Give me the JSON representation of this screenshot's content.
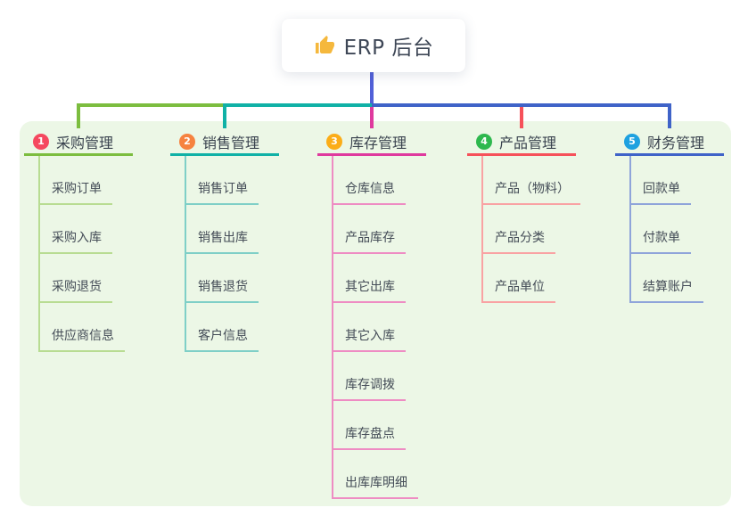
{
  "root": {
    "title": "ERP 后台",
    "icon": "thumbs-up",
    "icon_color": "#f5b83d",
    "line_color": "#5160d8"
  },
  "canvas": {
    "background_color": "#ecf7e6"
  },
  "branches": [
    {
      "number": "1",
      "label": "采购管理",
      "badge_color": "#f5485f",
      "line_color": "#7cbd3f",
      "line_light": "#b8dc92",
      "children": [
        "采购订单",
        "采购入库",
        "采购退货",
        "供应商信息"
      ]
    },
    {
      "number": "2",
      "label": "销售管理",
      "badge_color": "#f6823f",
      "line_color": "#10b1a6",
      "line_light": "#7fcfc7",
      "children": [
        "销售订单",
        "销售出库",
        "销售退货",
        "客户信息"
      ]
    },
    {
      "number": "3",
      "label": "库存管理",
      "badge_color": "#fbad18",
      "line_color": "#df3a9e",
      "line_light": "#ee8cc3",
      "children": [
        "仓库信息",
        "产品库存",
        "其它出库",
        "其它入库",
        "库存调拨",
        "库存盘点",
        "出库库明细"
      ]
    },
    {
      "number": "4",
      "label": "产品管理",
      "badge_color": "#2eb84e",
      "line_color": "#f6515a",
      "line_light": "#f9a2a3",
      "children": [
        "产品（物料）",
        "产品分类",
        "产品单位"
      ]
    },
    {
      "number": "5",
      "label": "财务管理",
      "badge_color": "#1ea1e0",
      "line_color": "#3f63c8",
      "line_light": "#8fa4da",
      "children": [
        "回款单",
        "付款单",
        "结算账户"
      ]
    }
  ]
}
